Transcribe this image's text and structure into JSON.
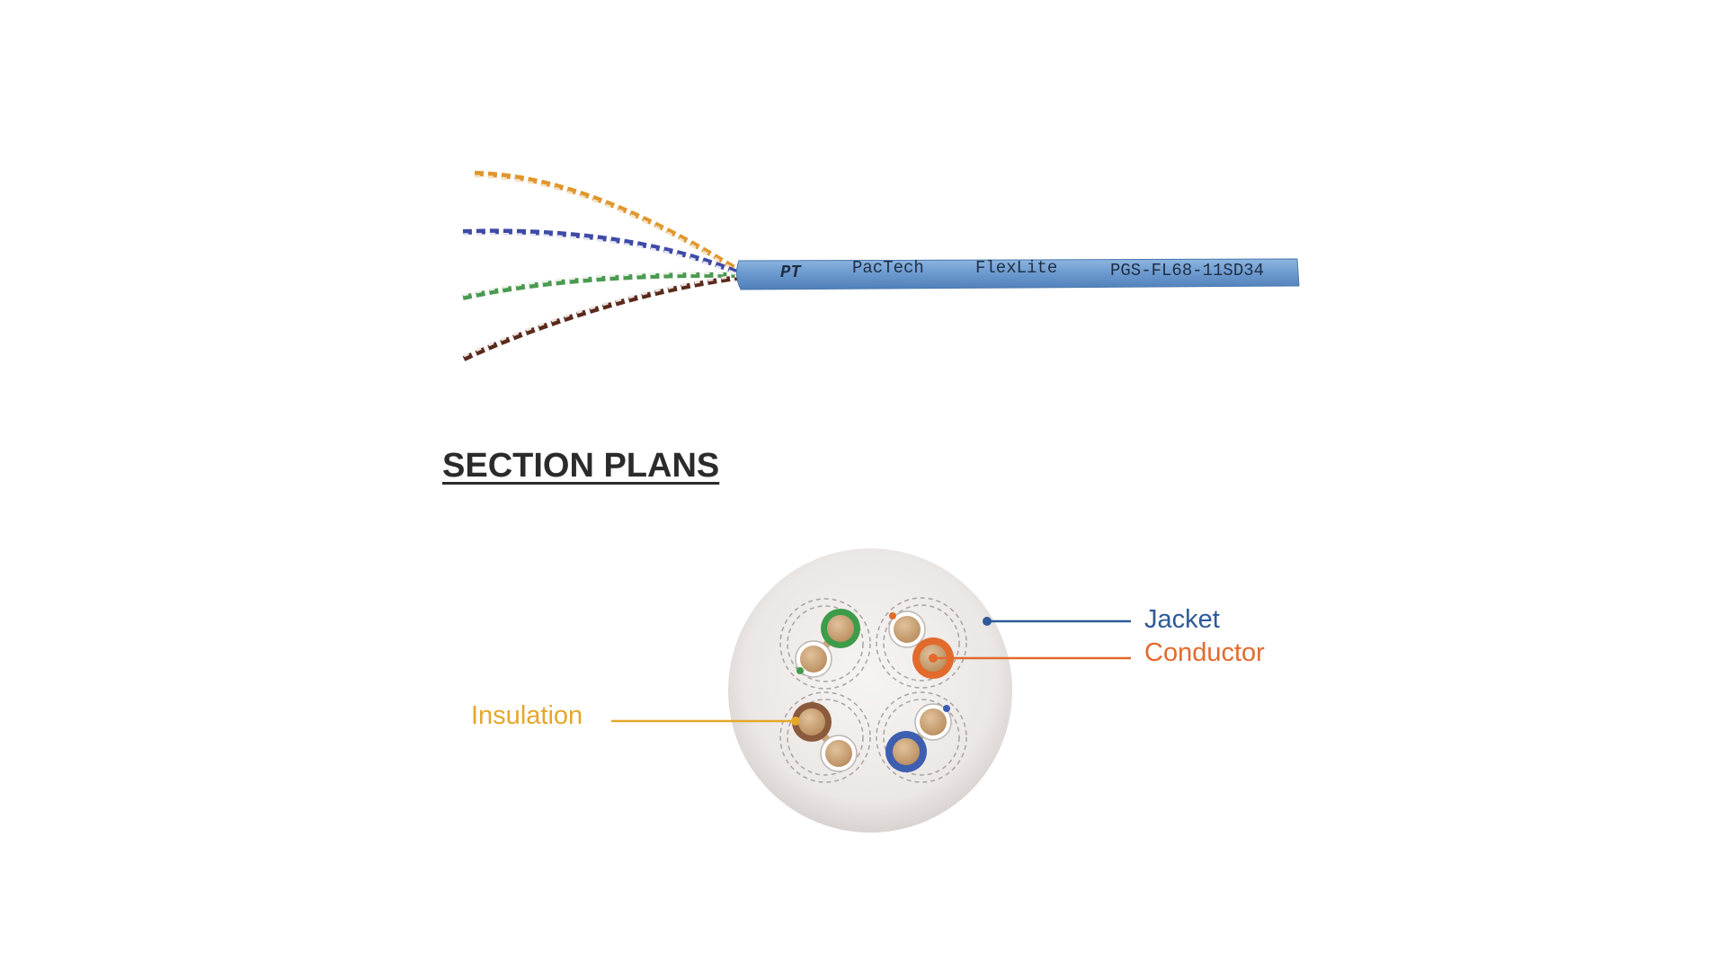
{
  "cable": {
    "jacket_print": [
      "PT",
      "PacTech",
      "FlexLite",
      "PGS-FL68-11SD34"
    ],
    "jacket_color": "#6d9bd0",
    "pair_colors": [
      "#e0962f",
      "#3e4aa6",
      "#4a9a4f",
      "#5a2a1c"
    ]
  },
  "section": {
    "title": "SECTION PLANS"
  },
  "callouts": {
    "jacket": {
      "label": "Jacket",
      "color": "#2e5a98"
    },
    "conductor": {
      "label": "Conductor",
      "color": "#e26a2c"
    },
    "insulation": {
      "label": "Insulation",
      "color": "#e4a82a"
    }
  },
  "cross_section": {
    "jacket_color": "#ece8e6",
    "conductor_color": "#caa277",
    "insulation_colors": [
      "#3e9b4a",
      "#e26a2c",
      "#8a5a3c",
      "#3e5fb0"
    ]
  }
}
